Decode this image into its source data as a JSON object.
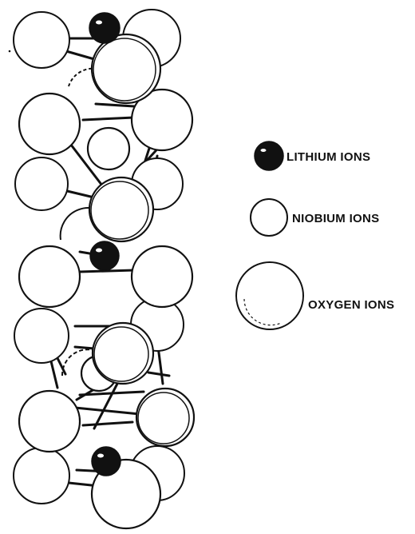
{
  "legend": {
    "items": [
      {
        "key": "lithium",
        "label": "LITHIUM IONS",
        "icon": "lithium-ion-icon"
      },
      {
        "key": "niobium",
        "label": "NIOBIUM IONS",
        "icon": "niobium-ion-icon"
      },
      {
        "key": "oxygen",
        "label": "OXYGEN IONS",
        "icon": "oxygen-ion-icon"
      }
    ]
  },
  "colors": {
    "ink": "#111111",
    "lithium_fill": "#111111",
    "ion_fill": "#ffffff",
    "background": "#ffffff"
  }
}
